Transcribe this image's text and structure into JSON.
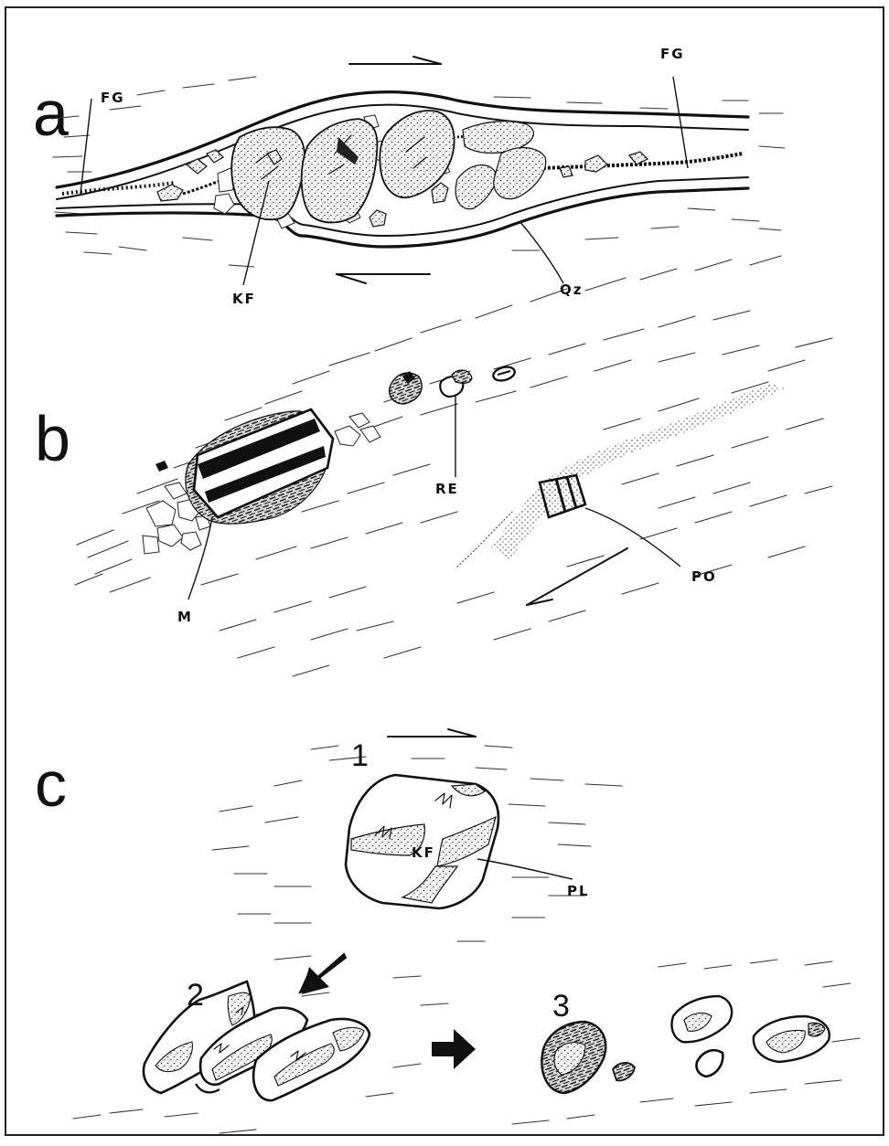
{
  "figure": {
    "panel_a": {
      "letter": "a",
      "labels": {
        "fg_left": "FG",
        "fg_right": "FG",
        "kf": "KF",
        "qz": "Qz"
      }
    },
    "panel_b": {
      "letter": "b",
      "labels": {
        "re": "RE",
        "po": "PO",
        "m": "M"
      }
    },
    "panel_c": {
      "letter": "c",
      "labels": {
        "kf": "KF",
        "pl": "PL"
      },
      "stages": [
        "1",
        "2",
        "3"
      ]
    }
  }
}
